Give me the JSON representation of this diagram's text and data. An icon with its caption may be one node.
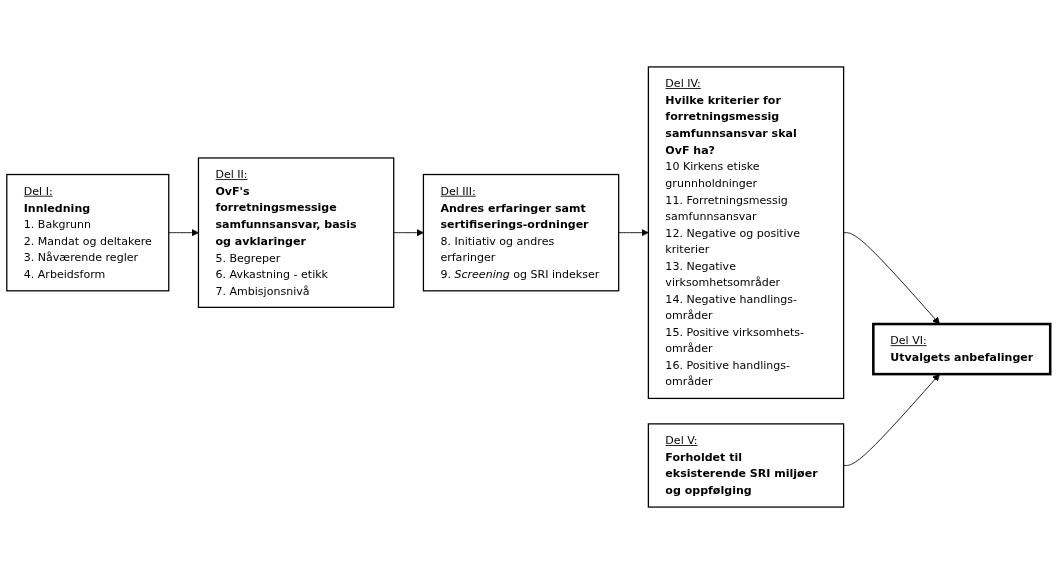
{
  "diagram": {
    "nodes": [
      {
        "text": [
          "Del I:",
          "Innledning",
          "1. Bakgrunn",
          "2. Mandat og deltakere",
          "3. Nåværende regler",
          "4. Arbeidsform"
        ]
      },
      {
        "text": [
          "Del II:",
          "OvF's forretningsmessige samfunnsansvar, basis og avklaringer",
          "5. Begreper",
          "6. Avkastning - etikk",
          "7. Ambisjonsnivå"
        ]
      },
      {
        "text": [
          "Del III:",
          "Andres erfaringer samt sertifiserings-ordninger",
          "8. Initiativ og andres erfaringer",
          "9. *Screening* og SRI indekser"
        ]
      },
      {
        "text": [
          "Del IV:",
          "Hvilke kriterier for forretningsmessig samfunnsansvar skal OvF ha?",
          "10 Kirkens etiske grunnholdninger",
          "11. Forretningsmessig samfunnsansvar",
          "12. Negative og positive kriterier",
          "13. Negative virksomhetsområder",
          "14. Negative handlings-områder",
          "15. Positive virksomhets-områder",
          "16. Positive handlings-områder"
        ]
      },
      {
        "text": [
          "Del V:",
          "Forholdet til eksisterende SRI miljøer og oppfølging"
        ]
      },
      {
        "text": [
          "Del VI:",
          "Utvalgets anbefalinger"
        ]
      }
    ],
    "edges": [
      {
        "from": 0,
        "to": 1,
        "arrow": "to"
      },
      {
        "from": 1,
        "to": 2,
        "arrow": "to"
      },
      {
        "from": 2,
        "to": 3,
        "arrow": "to"
      },
      {
        "from": 3,
        "to": 5,
        "arrow": "to"
      },
      {
        "from": 4,
        "to": 5,
        "arrow": "to"
      }
    ]
  }
}
